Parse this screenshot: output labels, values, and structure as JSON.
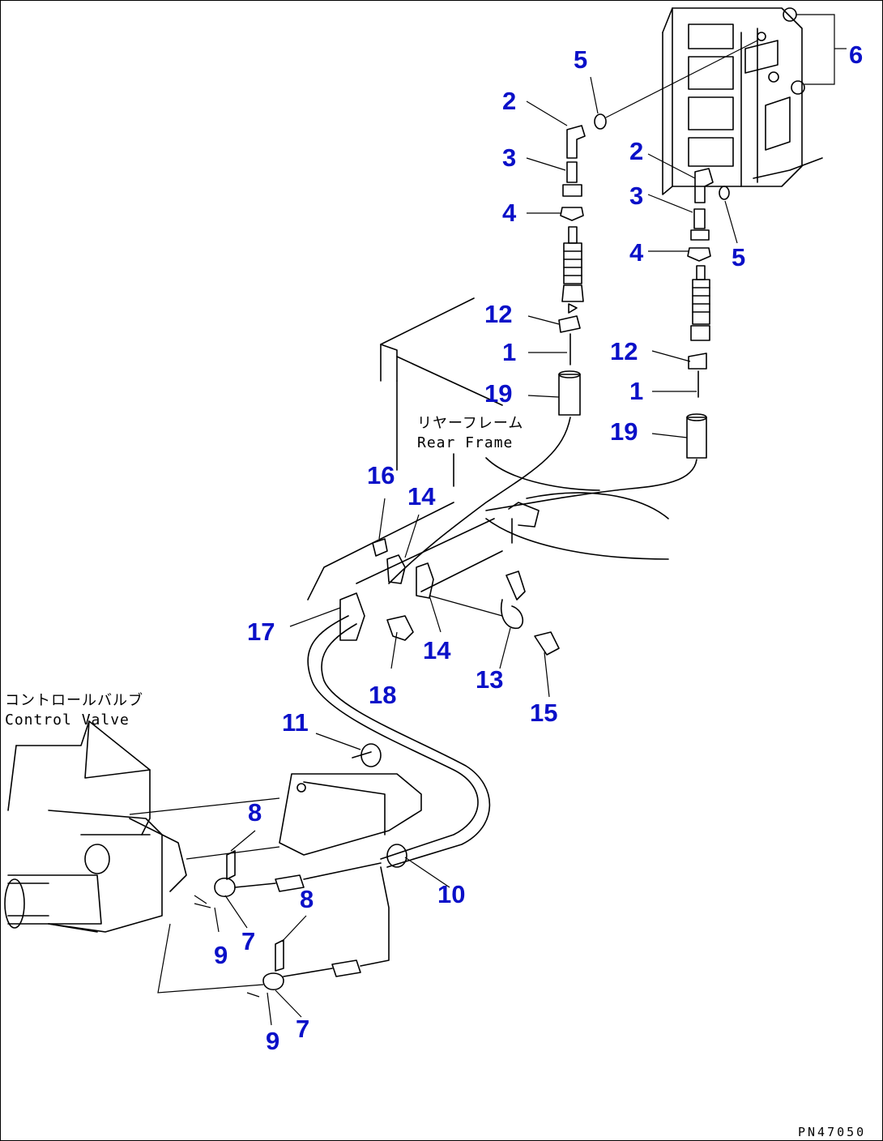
{
  "labels": {
    "rear_frame_jp": "リヤーフレーム",
    "rear_frame_en": "Rear Frame",
    "control_valve_jp": "コントロールバルブ",
    "control_valve_en": "Control Valve"
  },
  "drawing_code": "PN47050",
  "callouts": {
    "c6": "6",
    "c5a": "5",
    "c2a": "2",
    "c3a": "3",
    "c4a": "4",
    "c2b": "2",
    "c3b": "3",
    "c4b": "4",
    "c5b": "5",
    "c12a": "12",
    "c1a": "1",
    "c19a": "19",
    "c12b": "12",
    "c1b": "1",
    "c19b": "19",
    "c16": "16",
    "c14a": "14",
    "c17": "17",
    "c14b": "14",
    "c18": "18",
    "c13": "13",
    "c15": "15",
    "c11": "11",
    "c8a": "8",
    "c10": "10",
    "c9a": "9",
    "c7a": "7",
    "c8b": "8",
    "c9b": "9",
    "c7b": "7"
  }
}
